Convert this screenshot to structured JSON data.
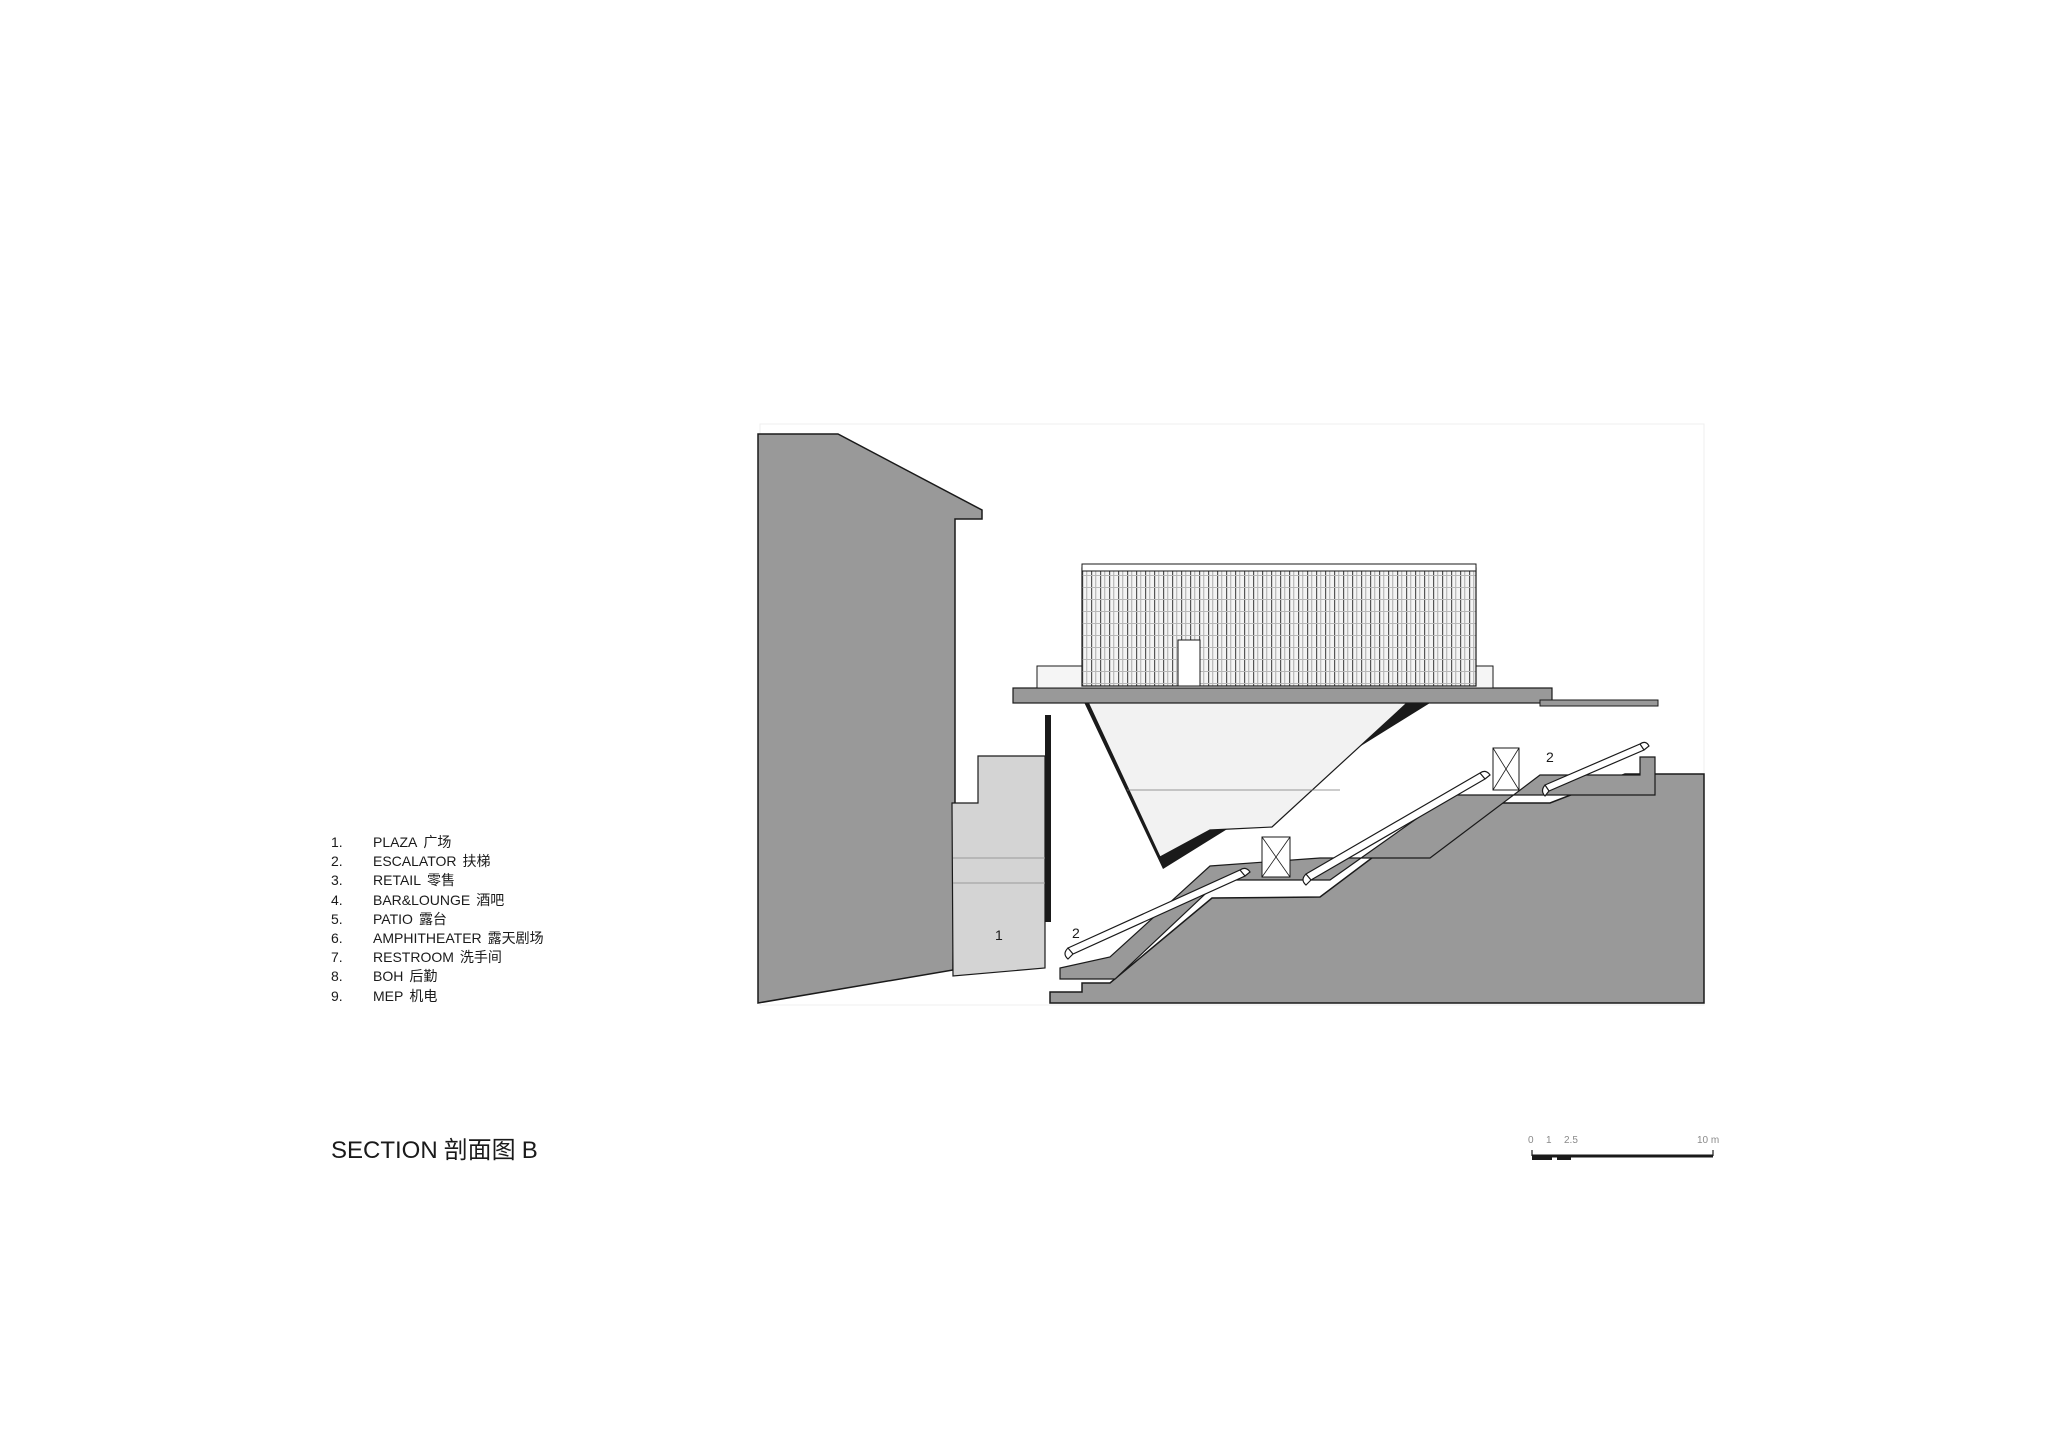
{
  "legend": [
    {
      "num": "1.",
      "en": "PLAZA",
      "cn": "广场"
    },
    {
      "num": "2.",
      "en": "ESCALATOR",
      "cn": "扶梯"
    },
    {
      "num": "3.",
      "en": "RETAIL",
      "cn": "零售"
    },
    {
      "num": "4.",
      "en": "BAR&LOUNGE",
      "cn": "酒吧"
    },
    {
      "num": "5.",
      "en": "PATIO",
      "cn": "露台"
    },
    {
      "num": "6.",
      "en": "AMPHITHEATER",
      "cn": "露天剧场"
    },
    {
      "num": "7.",
      "en": "RESTROOM",
      "cn": "洗手间"
    },
    {
      "num": "8.",
      "en": "BOH",
      "cn": "后勤"
    },
    {
      "num": "9.",
      "en": "MEP",
      "cn": "机电"
    }
  ],
  "title": {
    "en": "SECTION",
    "cn": "剖面图",
    "suffix": "B"
  },
  "drawing_labels": {
    "plaza": "1",
    "escalator_lower": "2",
    "escalator_upper": "2"
  },
  "scale_bar": {
    "labels": [
      "0",
      "1",
      "2.5",
      "10 m"
    ]
  },
  "colors": {
    "ground": "#999999",
    "light_fill": "#d4d4d4",
    "bowl_fill": "#f2f2f2",
    "line": "#1a1a1a"
  }
}
